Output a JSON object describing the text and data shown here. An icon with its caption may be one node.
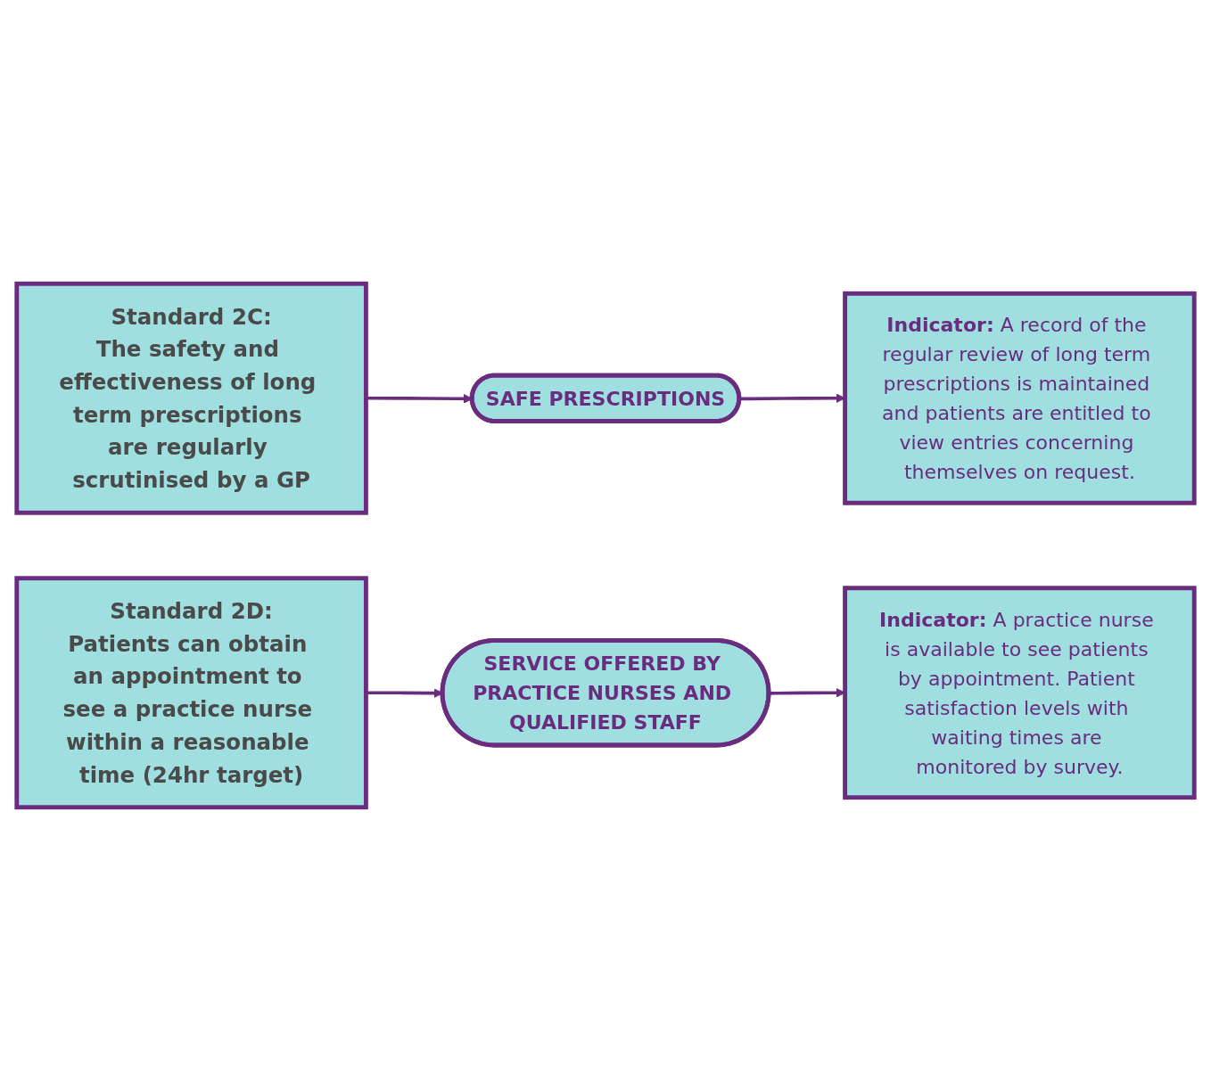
{
  "diagram": {
    "nodes": [
      {
        "text": [
          "Standard 2C:",
          "The safety and effectiveness of long term prescriptions are regularly scrutinised by a GP"
        ]
      },
      {
        "text": [
          "SAFE PRESCRIPTIONS"
        ]
      },
      {
        "text": [
          "**Indicator:** A record of the regular review of long term prescriptions is maintained and patients are entitled to view entries concerning themselves on request."
        ]
      },
      {
        "text": [
          "Standard 2D:",
          "Patients can obtain an appointment to see a practice nurse within a reasonable time (24hr target)"
        ]
      },
      {
        "text": [
          "SERVICE OFFERED BY PRACTICE NURSES AND QUALIFIED STAFF"
        ]
      },
      {
        "text": [
          "**Indicator:** A practice nurse is available to see patients by appointment. Patient satisfaction levels with waiting times are monitored by survey."
        ]
      }
    ],
    "edges": [
      {
        "from": 0,
        "to": 1,
        "arrow": "to"
      },
      {
        "from": 1,
        "to": 2,
        "arrow": "to"
      },
      {
        "from": 3,
        "to": 4,
        "arrow": "to"
      },
      {
        "from": 4,
        "to": 5,
        "arrow": "to"
      }
    ]
  }
}
